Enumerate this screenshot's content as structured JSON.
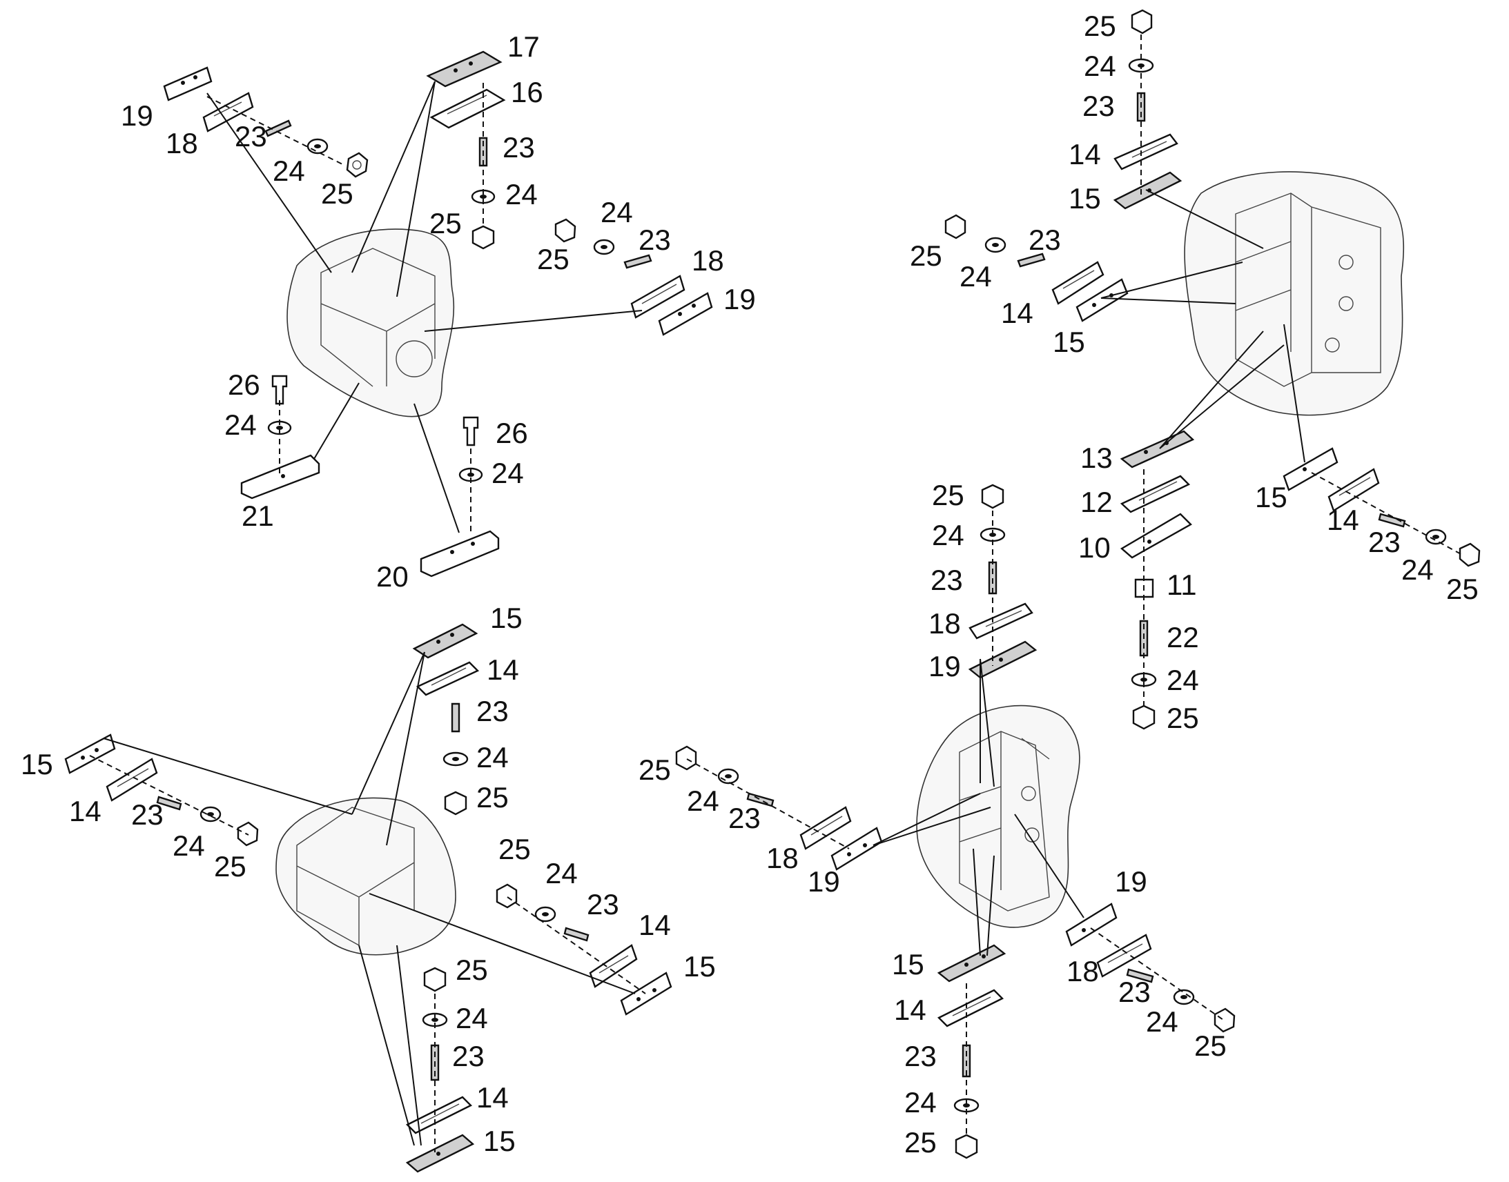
{
  "diagram": {
    "groups": [
      {
        "id": "top-left",
        "labels": [
          "19",
          "18",
          "23",
          "24",
          "25",
          "17",
          "16",
          "23",
          "24",
          "25",
          "25",
          "24",
          "23",
          "18",
          "19",
          "26",
          "24",
          "21",
          "26",
          "24",
          "20"
        ]
      },
      {
        "id": "top-right",
        "labels": [
          "25",
          "24",
          "23",
          "14",
          "15",
          "25",
          "24",
          "23",
          "14",
          "15",
          "13",
          "12",
          "10",
          "11",
          "22",
          "24",
          "25",
          "15",
          "14",
          "23",
          "24",
          "25"
        ]
      },
      {
        "id": "bottom-left",
        "labels": [
          "15",
          "14",
          "23",
          "24",
          "25",
          "15",
          "14",
          "23",
          "24",
          "25",
          "25",
          "24",
          "23",
          "14",
          "15",
          "25",
          "24",
          "23",
          "14",
          "15"
        ]
      },
      {
        "id": "bottom-right",
        "labels": [
          "25",
          "24",
          "23",
          "18",
          "19",
          "25",
          "24",
          "23",
          "18",
          "19",
          "15",
          "14",
          "23",
          "24",
          "25",
          "19",
          "18",
          "23",
          "24",
          "25"
        ]
      }
    ]
  }
}
